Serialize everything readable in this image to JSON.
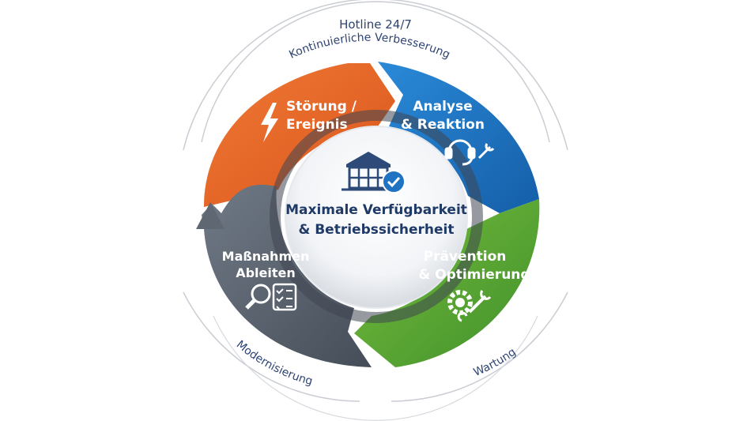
{
  "ring": {
    "top": "Hotline 24/7",
    "upper": "Kontinuierliche Verbesserung",
    "lower_left": "Modernisierung",
    "lower_right": "Wartung"
  },
  "segments": {
    "stoerung": {
      "line1": "Störung /",
      "line2": "Ereignis",
      "color": "#e8652a",
      "icon": "lightning-icon"
    },
    "analyse": {
      "line1": "Analyse",
      "line2": "& Reaktion",
      "color": "#1f73c2",
      "icon": "headset-wrench-icon"
    },
    "praevention": {
      "line1": "Prävention",
      "line2": "& Optimierung",
      "color": "#5fa834",
      "icon": "gear-wrench-icon"
    },
    "massnahmen": {
      "line1": "Maßnahmen",
      "line2": "Ableiten",
      "color": "#5b6470",
      "icon": "magnifier-checklist-icon"
    }
  },
  "center": {
    "line1": "Maximale Verfügbarkeit",
    "line2": "& Betriebssicherheit",
    "icon": "building-check-icon"
  }
}
